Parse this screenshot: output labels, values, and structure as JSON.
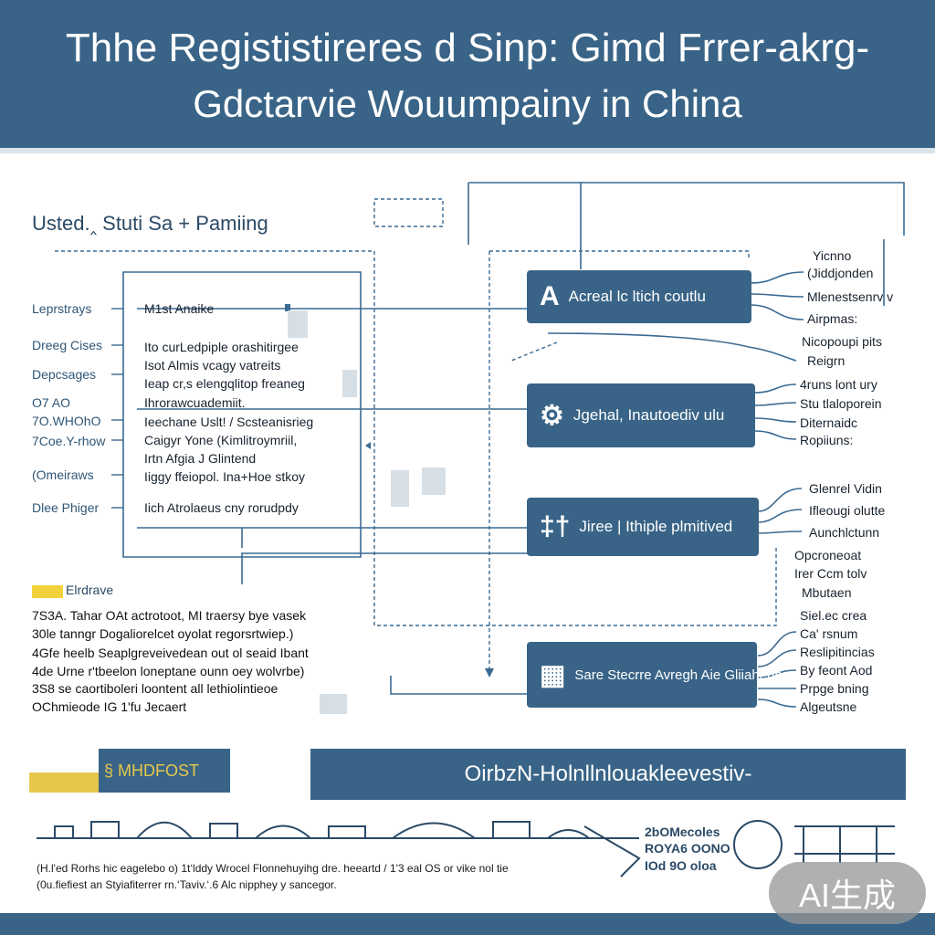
{
  "header": {
    "title_line1": "Thhe Regististireres d Sinp: Gimd Frrer-akrg-",
    "title_line2": "Gdctarvie Wouumpainy in China"
  },
  "subtitle": "Usted.‸ Stuti Sa + Pamiing",
  "left_labels": [
    "Leprstrays",
    "Dreeg Cises",
    "Depcsages",
    "O7 AO",
    "7O.WHOhO",
    "7Coe.Y-rhow",
    "(Omeiraws",
    "Dlee Phiger"
  ],
  "mid_header": "M1st Anaike",
  "mid_items": [
    "Ito curLedpiple orashitirgee",
    "Isot Almis vcagy vatreits",
    "Ieap cr,s elengqlitop freaneg",
    "Ihrorawcuademiit.",
    "Ieechane Uslt! / Scsteanisrieg",
    "Caigyr Yone (Kimlitroymriil,",
    "Irtn Afgia J Glintend",
    "Iiggy ffeiopol. Ina+Hoe stkoy",
    "Iich Atrolaeus cny rorudpdy"
  ],
  "boxes": [
    {
      "prefix": "A",
      "label": "Acreal lc ltich coutlu"
    },
    {
      "prefix": "",
      "label": "Jgehal, Inautoediv ulu"
    },
    {
      "prefix": "‡†",
      "label": "Jiree | Ithiple plmitived"
    },
    {
      "prefix": "",
      "label": "Sare Stecrre Avregh Aie Gliiahenn"
    }
  ],
  "right_groups": [
    [
      "Yicnno",
      "(Jiddjonden",
      "Mlenestsenrv v",
      "Airpmas:"
    ],
    [
      "Nicopoupi pits",
      "Reigrn"
    ],
    [
      "4runs lont ury",
      "Stu tlaloporein",
      "Diternaidc",
      "Ropiiuns:"
    ],
    [
      "Glenrel Vidin",
      "Ifleougi olutte",
      "Aunchlctunn"
    ],
    [
      "Opcroneoat",
      "Irer Ccm tolv",
      "Mbutaen"
    ],
    [
      "Siel.ec crea",
      "Ca' rsnum",
      "Reslipitincias",
      "By feont Aod",
      "Prpge bning",
      "Algeutsne"
    ]
  ],
  "notes_title": "Elrdrave",
  "notes": [
    "7S3A. Tahar OAt actrotoot, MI traersy bye vasek",
    "30le tanngr Dogaliorelcet oyolat regorsrtwiep.)",
    "4Gfe heelb Seaplgreveivedean out ol seaid Ibant",
    "4de Urne r'tbeelon loneptane ounn oey wolvrbe)",
    "3S8 se caortiboleri loontent all lethiolintieoe",
    "OChmieode IG 1'fu Jecaert"
  ],
  "nx_label": "§ MHDFOST",
  "wide_bar": "OirbzN-Holnllnlouakleevestiv‐",
  "stamps": [
    "2bOMecoles",
    "ROYA6 OONO",
    "IOd 9O oloa"
  ],
  "bottom_notes": [
    "(H.l'ed Rorhs hic eagelebo o) 1t‘lddy Wrocel Flonnehuyihg dre. heeartd / 1'3 eal OS or vike nol tie",
    "(0u.fiefiest an Styiafiterrer rn.‘Taviv.‘.6 Alc nipphey y sancegor."
  ],
  "badge": "AI生成",
  "colors": {
    "primary": "#396487",
    "accent": "#f2d23a",
    "dash": "#4f7ca4"
  }
}
